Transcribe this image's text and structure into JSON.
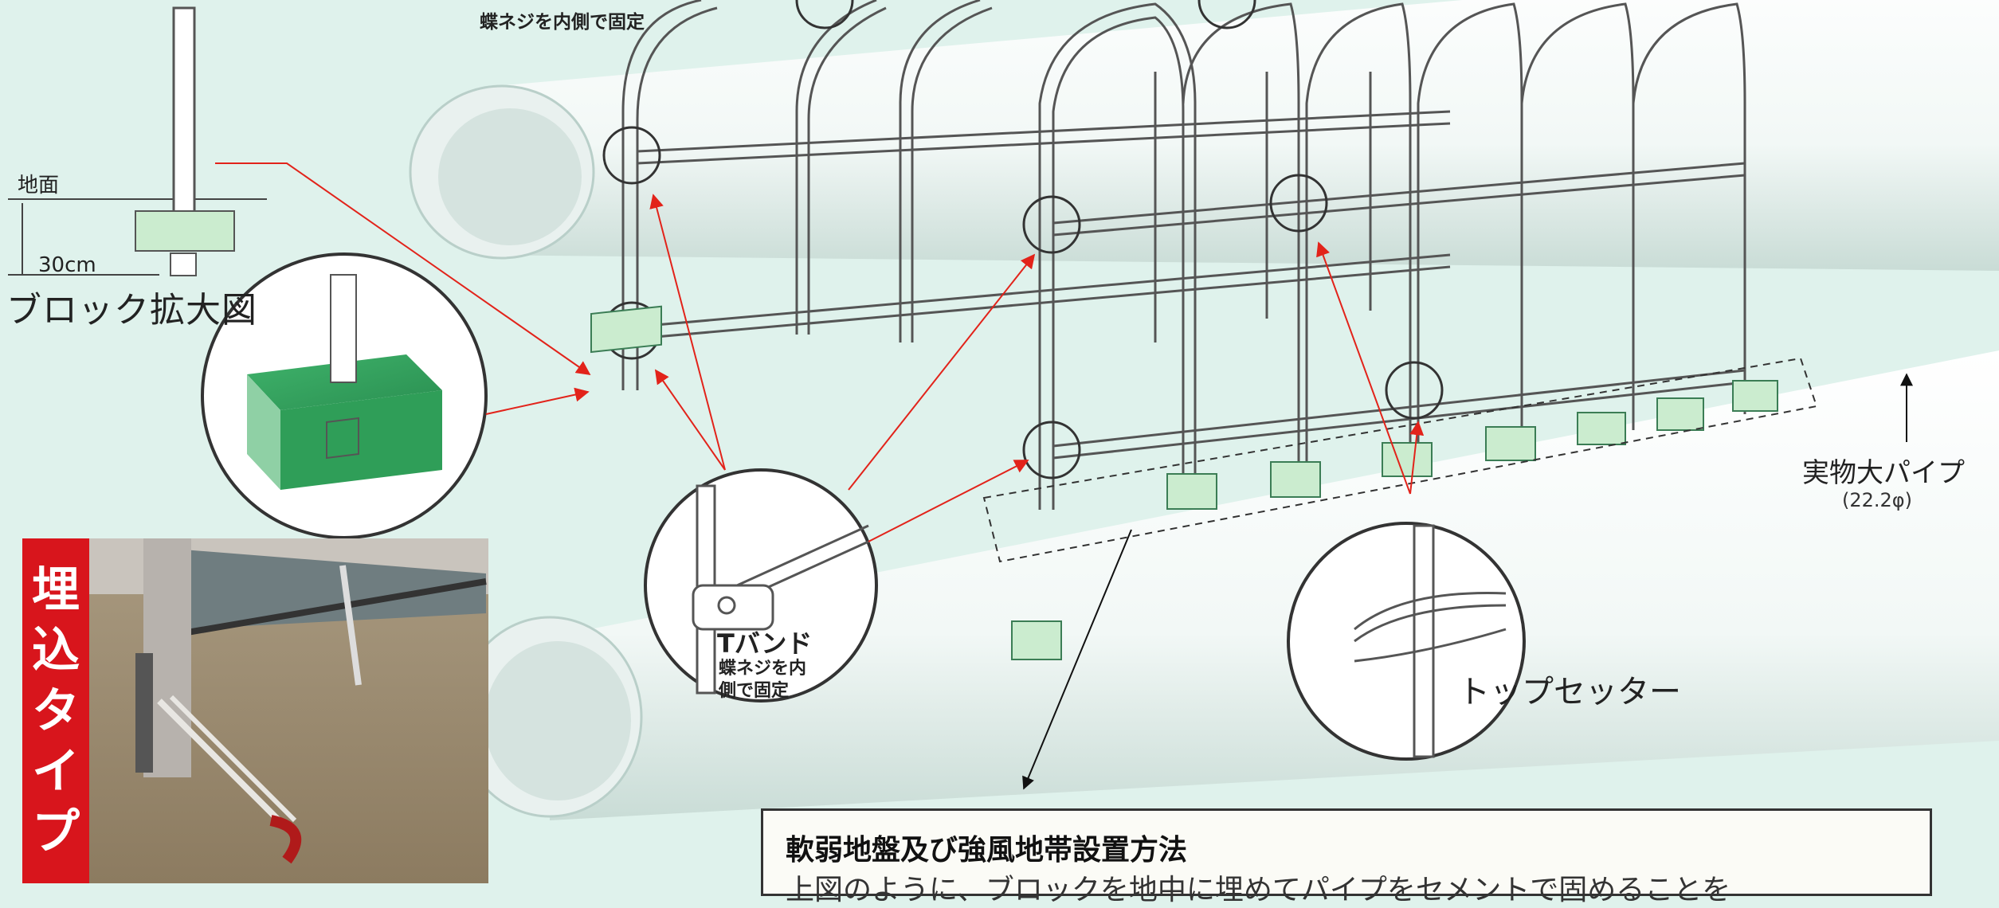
{
  "top_note": "蝶ネジを内側で固定",
  "block_detail": {
    "ground_label": "地面",
    "depth_label": "30cm",
    "title": "ブロック拡大図"
  },
  "tband": {
    "title": "Tバンド",
    "note": "蝶ネジを内側で固定"
  },
  "top_setter": {
    "label": "トップセッター"
  },
  "pipe": {
    "label": "実物大パイプ",
    "size": "(22.2φ)"
  },
  "photo": {
    "badge_chars": [
      "埋",
      "込",
      "タ",
      "イ",
      "プ"
    ]
  },
  "notice": {
    "title": "軟弱地盤及び強風地帯設置方法",
    "body": "上図のように、ブロックを地中に埋めてパイプをセメントで固めることを"
  },
  "colors": {
    "background": "#dff2ec",
    "pipe_fill": "#ffffff",
    "block_fill": "#cbeccf",
    "block_dark": "#2f9e58",
    "arrow_red": "#e2231a",
    "badge_red": "#d8151c"
  }
}
